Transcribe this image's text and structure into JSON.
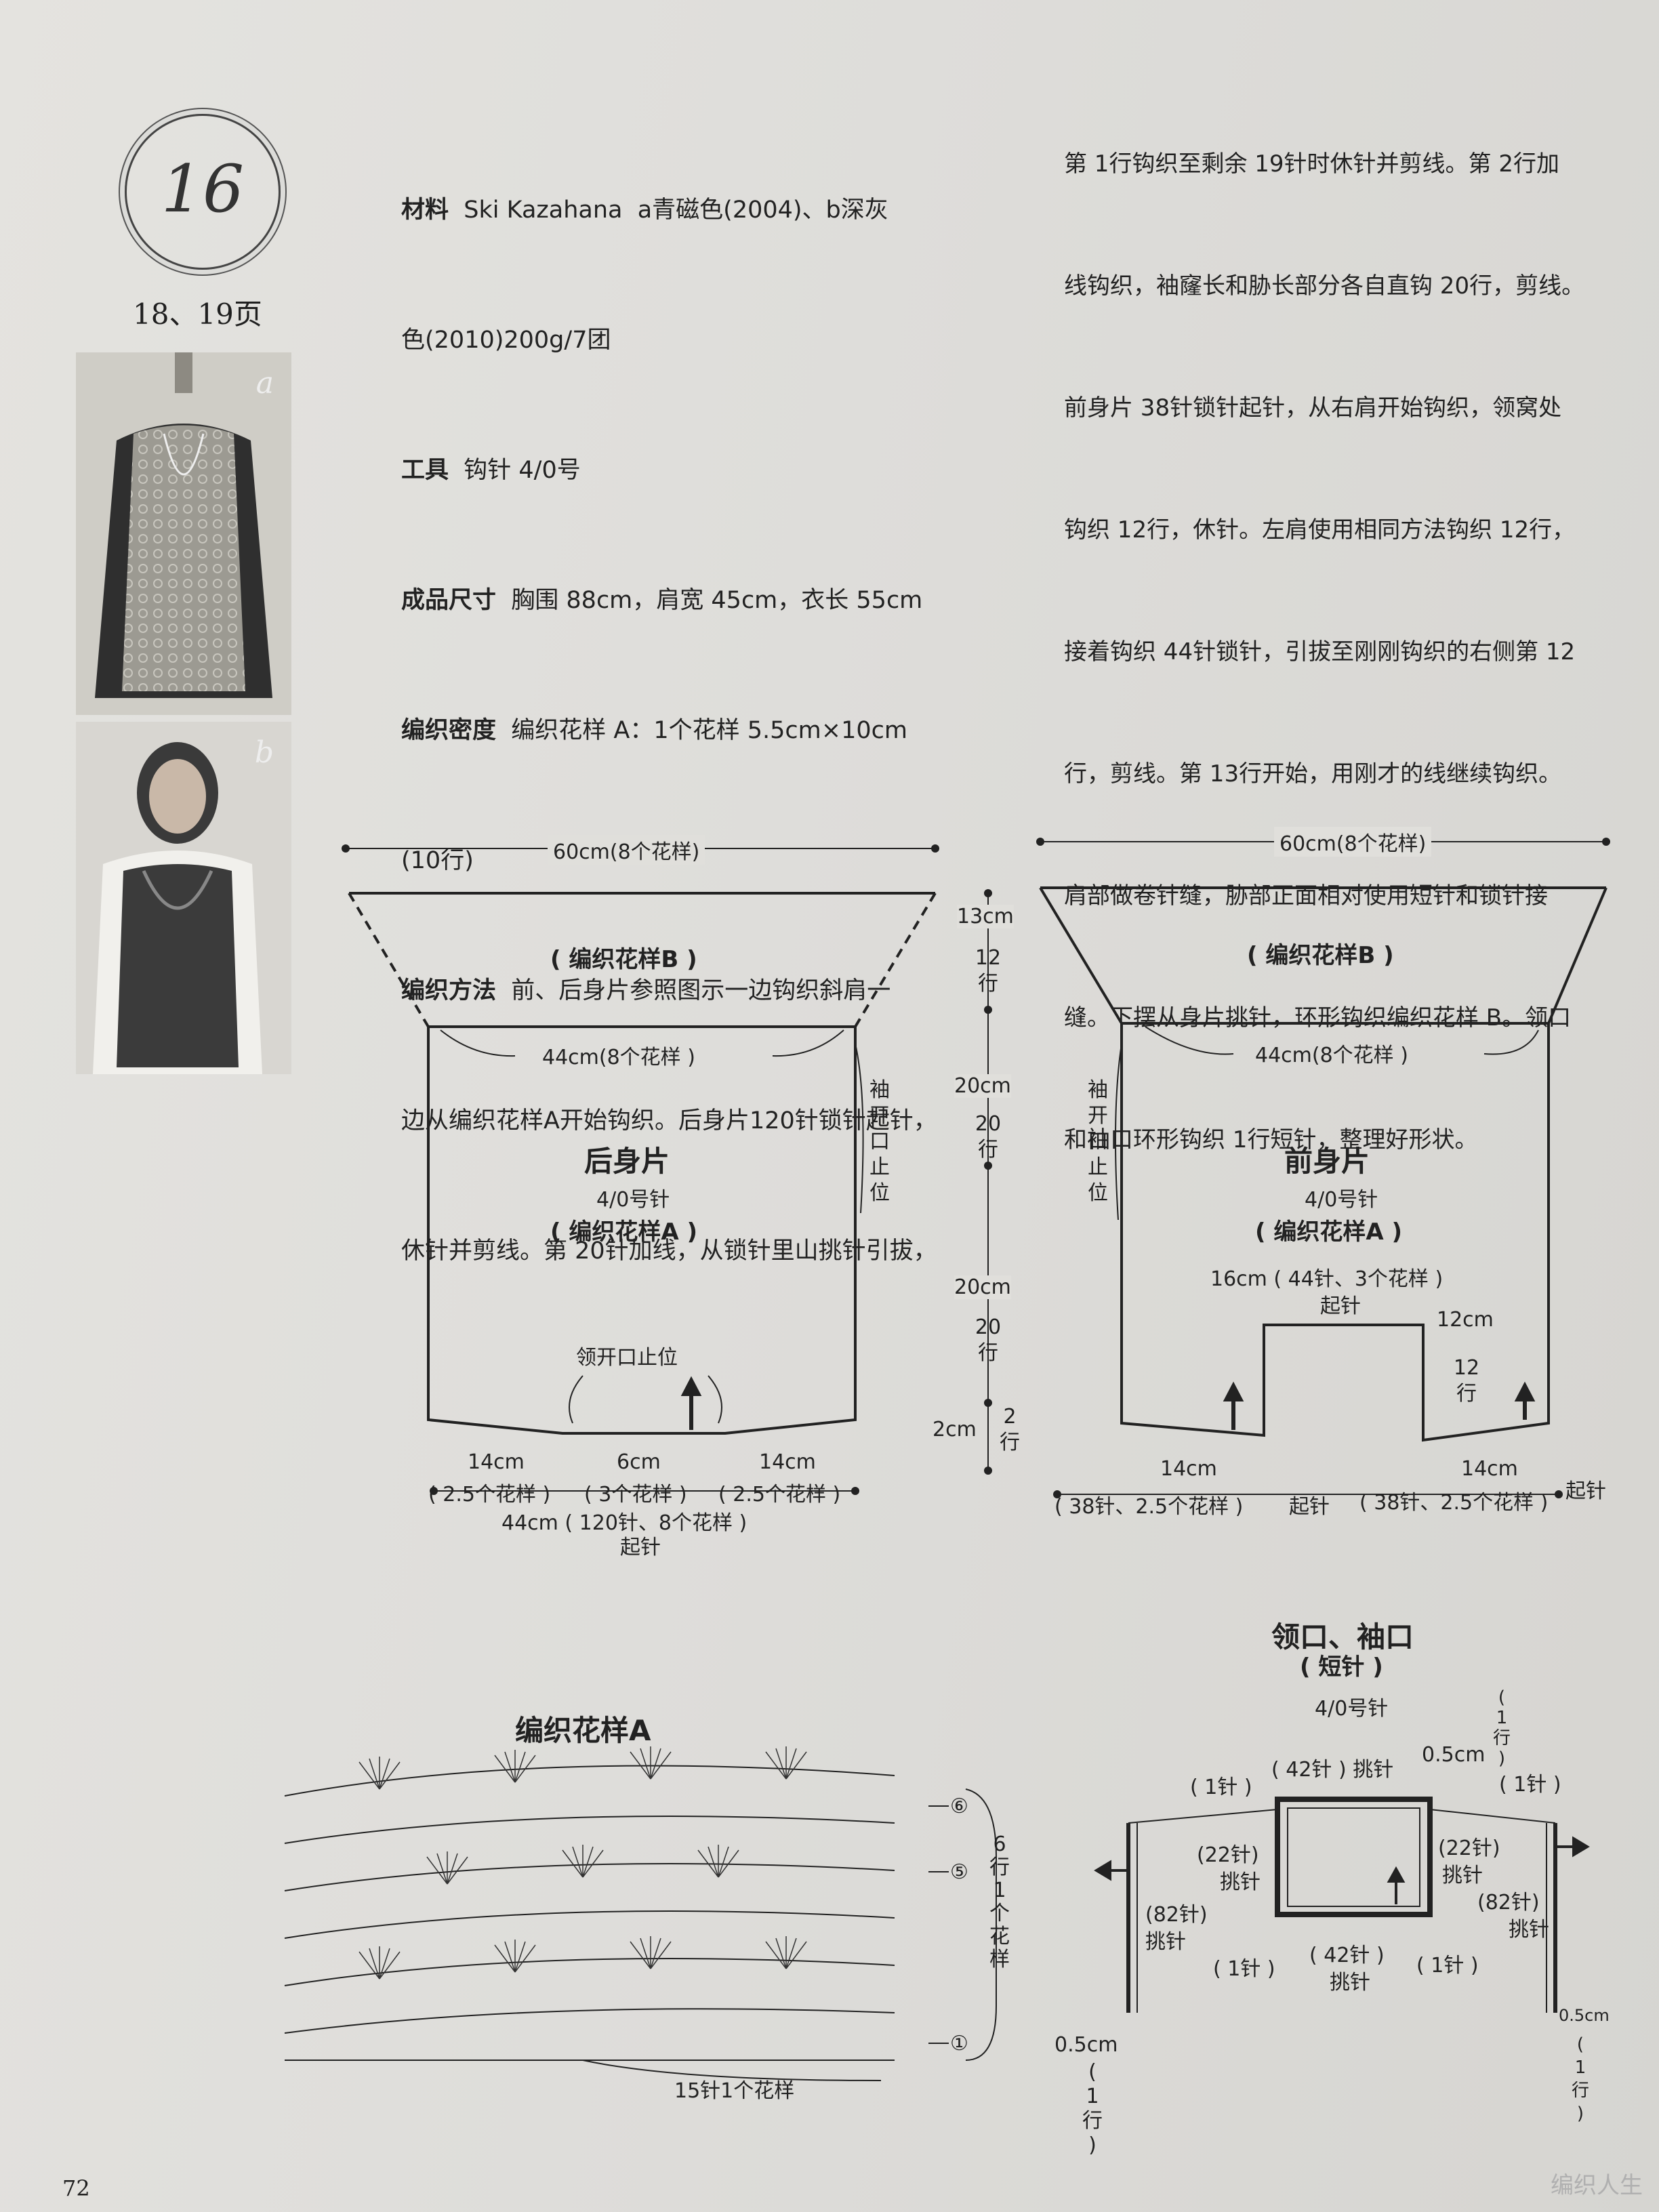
{
  "badge": {
    "number": "16",
    "pages": "18、19页"
  },
  "photos": [
    {
      "tag": "a"
    },
    {
      "tag": "b"
    }
  ],
  "specs": {
    "material_label": "材料",
    "material_value": "Ski Kazahana  a青磁色(2004)、b深灰",
    "material_cont": "色(2010)200g/7团",
    "tool_label": "工具",
    "tool_value": "钩针 4/0号",
    "size_label": "成品尺寸",
    "size_value": "胸围 88cm，肩宽 45cm，衣长 55cm",
    "gauge_label": "编织密度",
    "gauge_value": "编织花样 A：1个花样 5.5cm×10cm",
    "gauge_cont": "(10行)",
    "method_label": "编织方法",
    "method_line1": "前、后身片参照图示一边钩织斜肩一",
    "method_line2": "边从编织花样A开始钩织。后身片120针锁针起针，",
    "method_line3": "休针并剪线。第 20针加线，从锁针里山挑针引拔，"
  },
  "instructions_right": [
    "第 1行钩织至剩余 19针时休针并剪线。第 2行加",
    "线钩织，袖窿长和胁长部分各自直钩 20行，剪线。",
    "前身片 38针锁针起针，从右肩开始钩织，领窝处",
    "钩织 12行，休针。左肩使用相同方法钩织 12行，",
    "接着钩织 44针锁针，引拔至刚刚钩织的右侧第 12",
    "行，剪线。第 13行开始，用刚才的线继续钩织。",
    "肩部做卷针缝，胁部正面相对使用短针和锁针接",
    "缝。下摆从身片挑针，环形钩织编织花样 B。领口",
    "和袖口环形钩织 1行短针，整理好形状。"
  ],
  "back_diagram": {
    "top_width": "60cm(8个花样)",
    "pattern_b": "( 编织花样B )",
    "mid_width": "44cm(8个花样 )",
    "title": "后身片",
    "hook": "4/0号针",
    "pattern_a": "( 编织花样A )",
    "armhole": [
      "袖",
      "开",
      "口",
      "止",
      "位"
    ],
    "neck_mark": "领开口止位",
    "bottom_left": "14cm",
    "bottom_left_sub": "( 2.5个花样 )",
    "bottom_mid": "6cm",
    "bottom_mid_sub": "( 3个花样 )",
    "bottom_right": "14cm",
    "bottom_right_sub": "( 2.5个花样 )",
    "bottom_total": "44cm ( 120针、8个花样 )",
    "chain_start": "起针"
  },
  "center_measures": {
    "m1": "13cm",
    "m1_rows": [
      "12",
      "行"
    ],
    "m2": "20cm",
    "m2_rows": [
      "20",
      "行"
    ],
    "m3": "20cm",
    "m3_rows": [
      "20",
      "行"
    ],
    "m4": "2cm",
    "m4_rows": [
      "2",
      "行"
    ]
  },
  "front_diagram": {
    "top_width": "60cm(8个花样)",
    "pattern_b": "( 编织花样B )",
    "mid_width": "44cm(8个花样 )",
    "title": "前身片",
    "hook": "4/0号针",
    "pattern_a": "( 编织花样A )",
    "armhole": [
      "袖",
      "开",
      "口",
      "止",
      "位"
    ],
    "neck_width": "16cm ( 44针、3个花样 )",
    "neck_chain": "起针",
    "neck_depth": "12cm",
    "neck_rows": [
      "12",
      "行"
    ],
    "bottom_left": "14cm",
    "bottom_left_sub": "( 38针、2.5个花样 )",
    "bottom_right": "14cm",
    "bottom_right_sub": "( 38针、2.5个花样 )",
    "chain_start_left": "起针",
    "chain_start_right": "起针"
  },
  "pattern_a_chart": {
    "title": "编织花样A",
    "rows_note": [
      "6",
      "行",
      "1",
      "个",
      "花",
      "样"
    ],
    "repeat_note": "15针1个花样",
    "row_markers": [
      "⑥",
      "⑤",
      "①"
    ]
  },
  "neck_armhole": {
    "title": "领口、袖口",
    "stitch": "( 短针 )",
    "hook": "4/0号针",
    "top_count": "( 42针 ) 挑针",
    "bottom_count": "( 42针 )",
    "bottom_pick": "挑针",
    "side_left": "(22针)",
    "side_left_pick": "挑针",
    "side_right": "(22针)",
    "side_right_pick": "挑针",
    "sleeve_left": "(82针)",
    "sleeve_left_pick": "挑针",
    "sleeve_right": "(82针)",
    "sleeve_right_pick": "挑针",
    "one_stitch_tl": "( 1针 )",
    "one_stitch_tr": "( 1针 )",
    "one_stitch_bl": "( 1针 )",
    "one_stitch_br": "( 1针 )",
    "border_top": "0.5cm",
    "border_top_rows": [
      "(",
      "1",
      "行",
      ")"
    ],
    "border_left": "0.5cm",
    "border_left_rows": [
      "(",
      "1",
      "行",
      ")"
    ],
    "border_right": "0.5cm",
    "border_right_rows": [
      "(",
      "1",
      "行",
      ")"
    ]
  },
  "page_number": "72",
  "watermark": "编织人生"
}
